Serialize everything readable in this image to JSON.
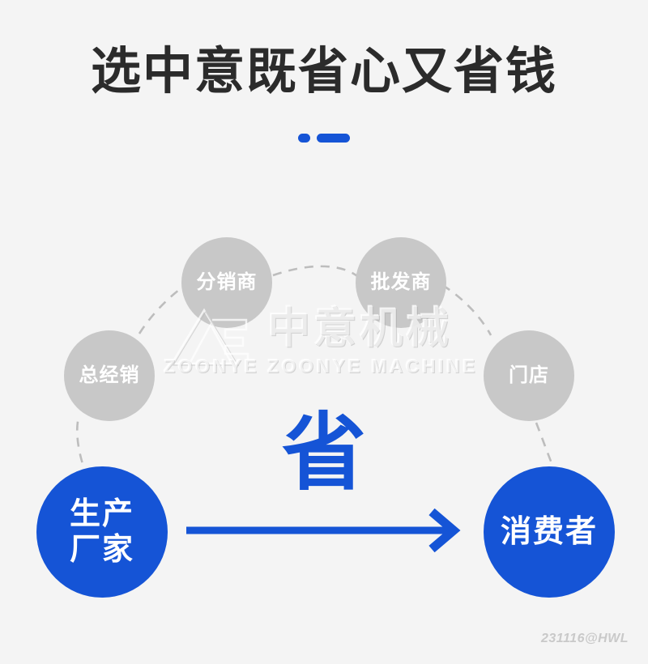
{
  "page": {
    "background_color": "#f4f4f4",
    "accent_color": "#1554d6",
    "muted_color": "#c8c8c8"
  },
  "header": {
    "title": "选中意既省心又省钱",
    "divider": {
      "dot_label": "divider-dot",
      "bar_label": "divider-bar",
      "color": "#1554d6"
    }
  },
  "watermark": {
    "chinese": "中意机械",
    "english": "ZOONYE ZOONYE  MACHINE",
    "logo_name": "zoonye-logo-mark"
  },
  "diagram": {
    "middlemen": [
      {
        "id": "zongjingxiao",
        "label": "总经销"
      },
      {
        "id": "fenxiaoshang",
        "label": "分销商"
      },
      {
        "id": "pifashang",
        "label": "批发商"
      },
      {
        "id": "mendian",
        "label": "门店"
      }
    ],
    "factory": {
      "label_line1": "生产",
      "label_line2": "厂家"
    },
    "consumer": {
      "label": "消费者"
    },
    "save_char": "省",
    "arrow_name": "factory-to-consumer-arrow"
  },
  "footer": {
    "credit": "231116@HWL"
  }
}
